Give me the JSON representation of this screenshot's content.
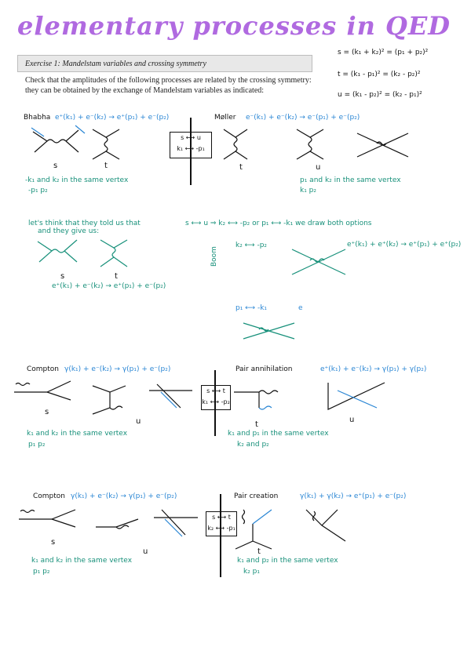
{
  "title": "elementary processes in QED",
  "exercise": {
    "heading": "Exercise 1: Mandelstam variables and crossing symmetry",
    "line1": "Check that the amplitudes of the following processes are related by the crossing symmetry:",
    "line2": "they can be obtained by the exchange of Mandelstam variables as indicated:"
  },
  "mandelstam": {
    "s": "s = (k₁ + k₂)² = (p₁ + p₂)²",
    "t": "t = (k₁ - p₁)² = (k₂ - p₂)²",
    "u": "u = (k₁ - p₂)² = (k₂ - p₁)²"
  },
  "bhabha": {
    "label": "Bhabha",
    "reaction": "e⁺(k₁) + e⁻(k₂) → e⁺(p₁) + e⁻(p₂)",
    "s": "s",
    "t": "t",
    "note1": "-k₁ and k₂ in the same vertex",
    "note2": "-p₁     p₂"
  },
  "swap_su": {
    "line1": "s ⟷ u",
    "line2": "k₁ ⟷ -p₁"
  },
  "moller": {
    "label": "Møller",
    "reaction": "e⁻(k₁) + e⁻(k₂) → e⁻(p₁) + e⁻(p₂)",
    "t": "t",
    "u": "u",
    "note1": "p₁ and k₂ in the same vertex",
    "note2": "k₁    p₂"
  },
  "section2": {
    "line1": "let's think that they told us that",
    "line1b": "and they give us:",
    "mapping": "s ⟷ u ⇒ k₂ ⟷ -p₂  or  p₁ ⟷ -k₁  we draw both options",
    "s": "s",
    "t": "t",
    "reaction": "e⁺(k₁) + e⁻(k₂) → e⁺(p₁) + e⁻(p₂)",
    "k2p2": "k₂ ⟷ -p₂",
    "boom": "Boom",
    "reaction2": "e⁺(k₁) + e⁺(k₂) → e⁺(p₁) + e⁺(p₂)",
    "p1k1": "p₁ ⟷ -k₁",
    "e": "e"
  },
  "compton1": {
    "label": "Compton",
    "reaction": "γ(k₁) + e⁻(k₂) → γ(p₁) + e⁻(p₂)",
    "s": "s",
    "u": "u",
    "note1": "k₁ and k₂ in the same vertex",
    "note2": "p₁     p₂"
  },
  "swap_st": {
    "line1": "s ⟷ t",
    "line2": "k₁ ⟷ -p₂"
  },
  "pair_annihilation": {
    "label": "Pair annihilation",
    "reaction": "e⁺(k₁) + e⁻(k₂) → γ(p₁) + γ(p₂)",
    "t": "t",
    "u": "u",
    "note1": "k₁ and p₁ in the same vertex",
    "note2": "k₂ and p₂"
  },
  "compton2": {
    "label": "Compton",
    "reaction": "γ(k₁) + e⁻(k₂) → γ(p₁) + e⁻(p₂)",
    "s": "s",
    "u": "u",
    "note1": "k₁ and k₂ in the same vertex",
    "note2": "p₁     p₂"
  },
  "swap_st2": {
    "line1": "s ⟷ t",
    "line2": "k₂ ⟷ -p₁"
  },
  "pair_creation": {
    "label": "Pair creation",
    "reaction": "γ(k₁) + γ(k₂) → e⁺(p₁) + e⁻(p₂)",
    "t": "t",
    "note1": "k₁ and p₂ in the same vertex",
    "note2": "k₂      p₁"
  },
  "colors": {
    "title": "#b06ae0",
    "blue": "#2a86d4",
    "green": "#17907a",
    "ink": "#111111"
  }
}
